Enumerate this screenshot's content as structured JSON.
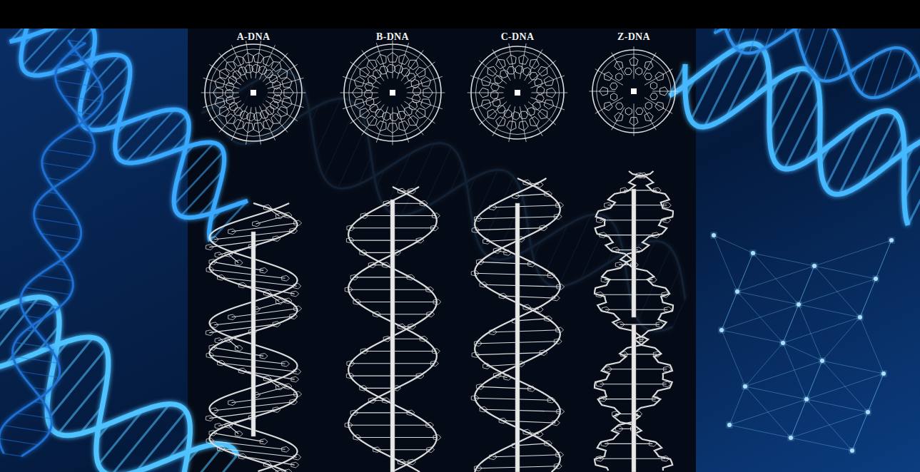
{
  "diagram": {
    "labels": [
      "A-DNA",
      "B-DNA",
      "C-DNA",
      "Z-DNA"
    ]
  }
}
